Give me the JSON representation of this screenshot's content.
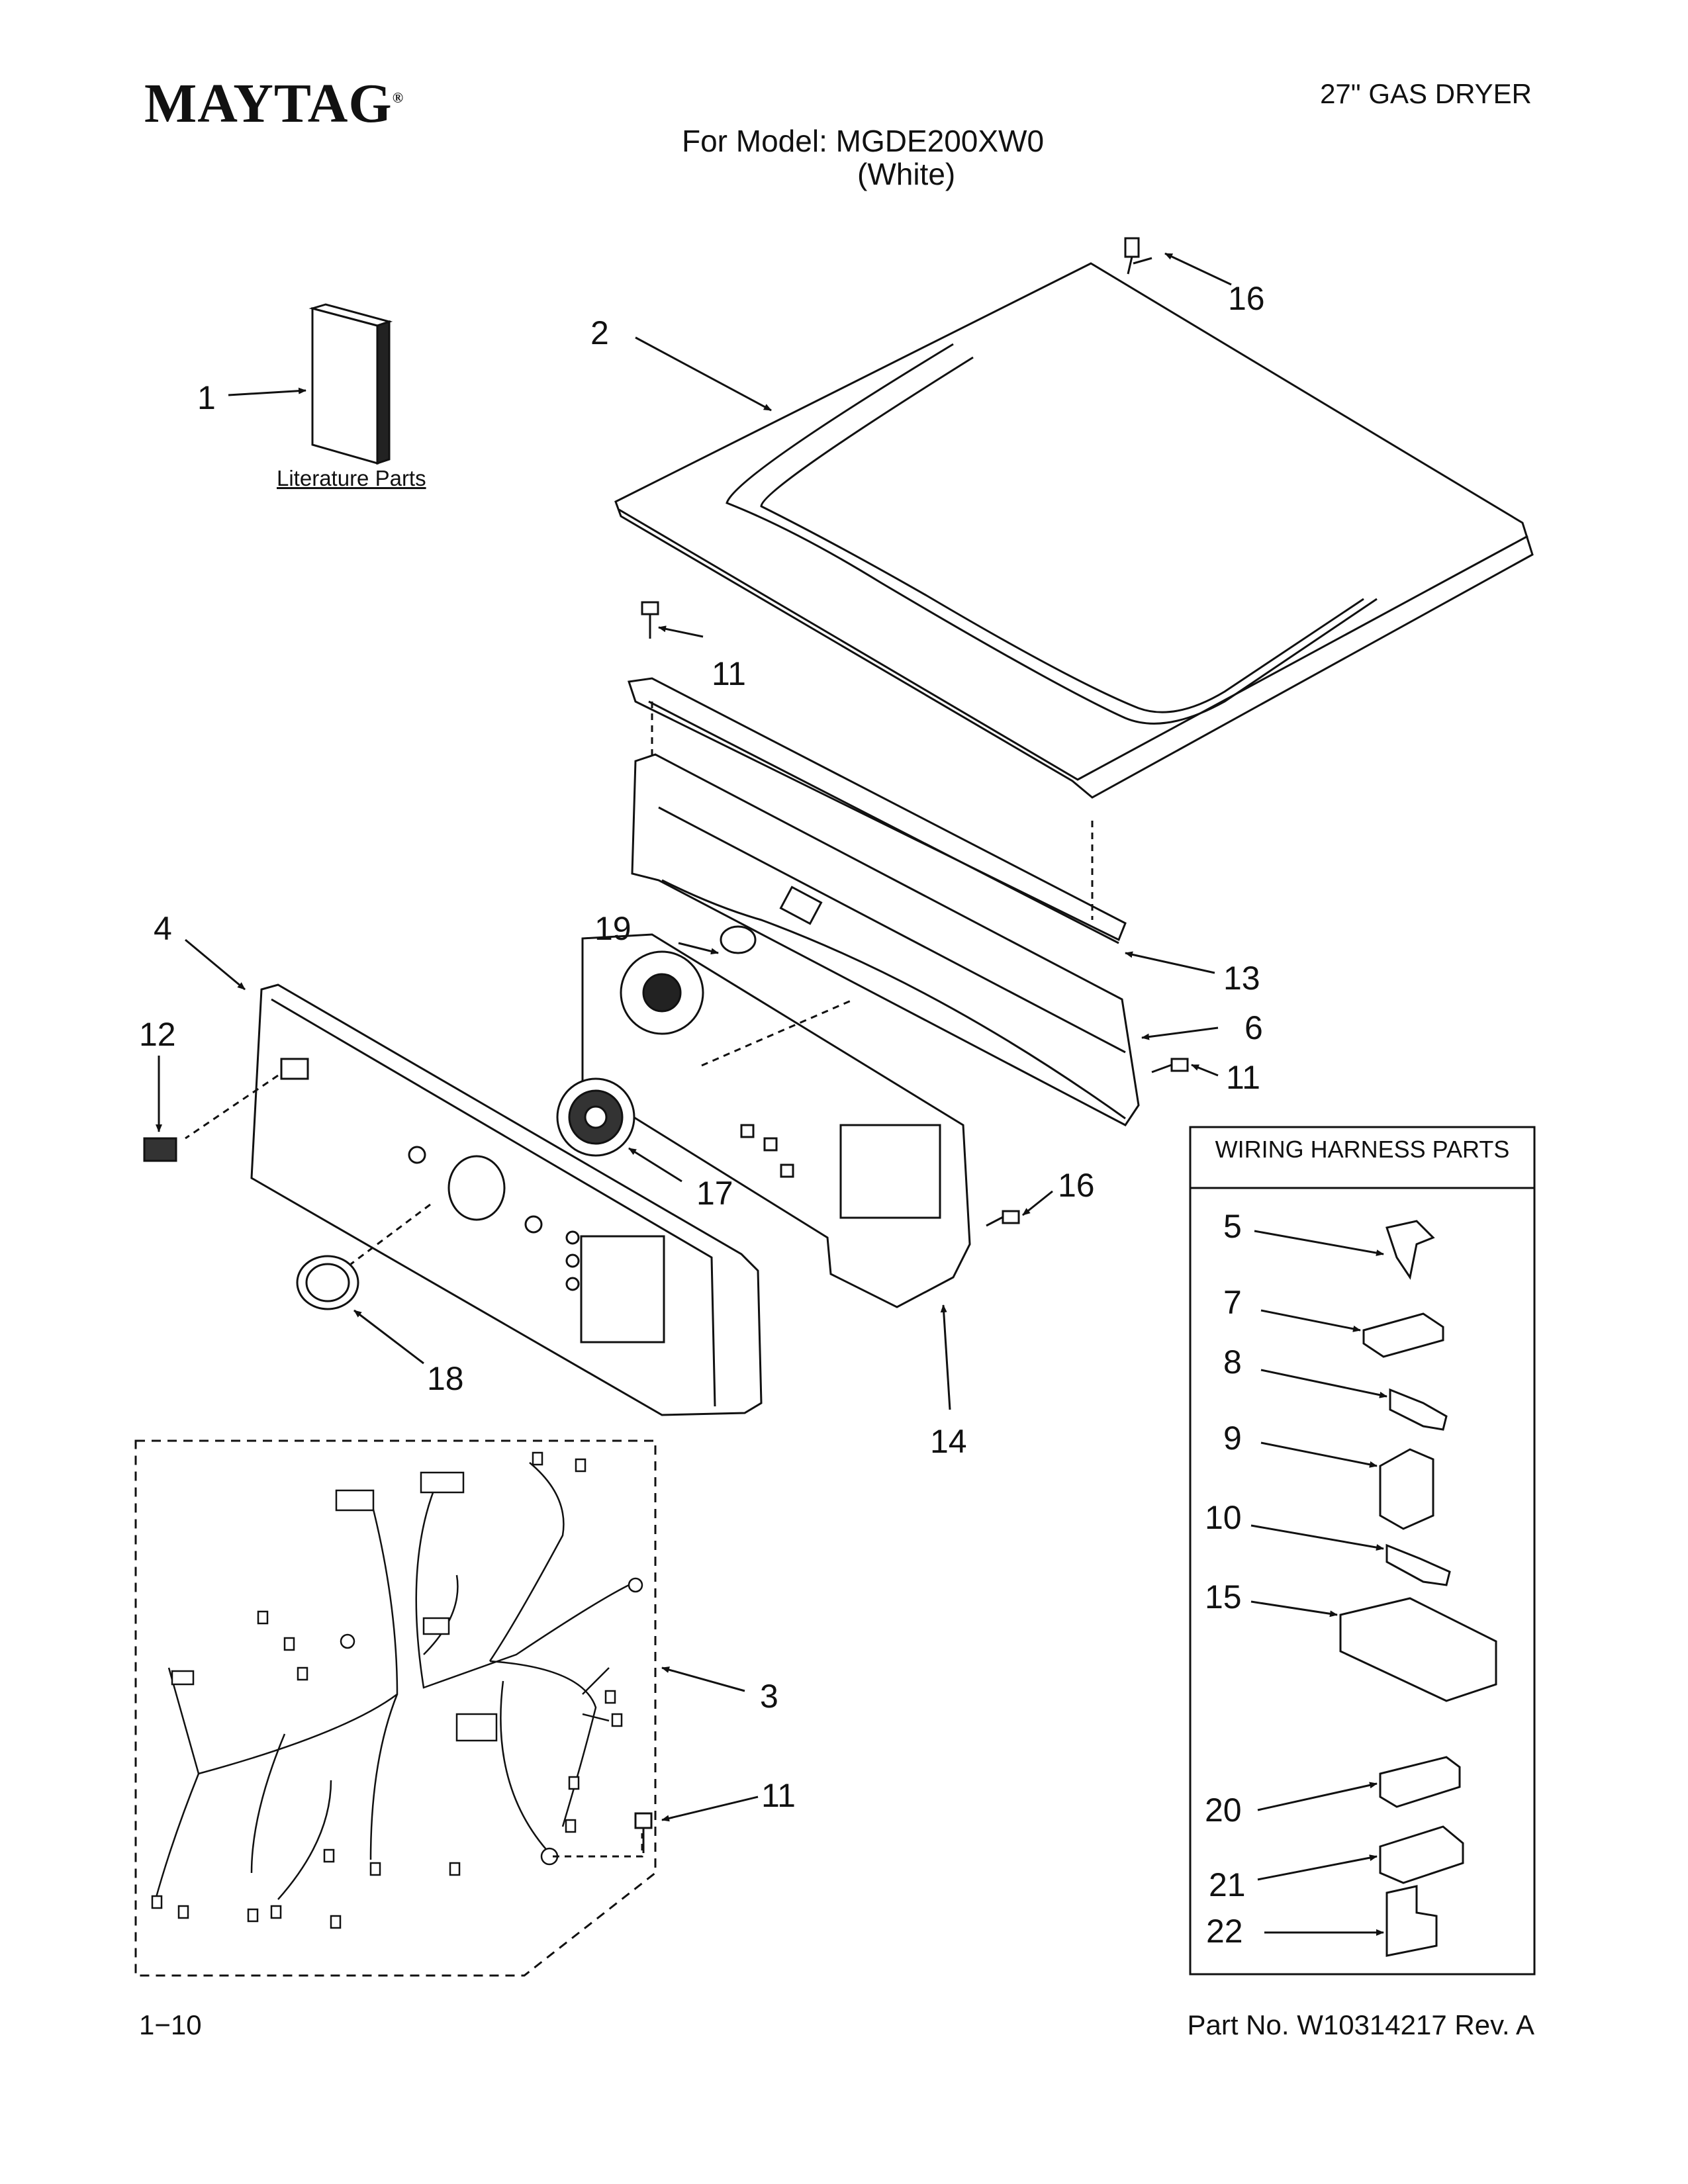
{
  "header": {
    "brand": "MAYTAG",
    "brand_mark": "®",
    "doc_type": "27\" GAS DRYER",
    "model_line": "For Model: MGDE200XW0",
    "color_line": "(White)"
  },
  "literature": {
    "caption": "Literature Parts"
  },
  "harness_box": {
    "title": "WIRING HARNESS PARTS"
  },
  "callouts": {
    "c1": "1",
    "c2": "2",
    "c3": "3",
    "c4": "4",
    "c5": "5",
    "c6": "6",
    "c7": "7",
    "c8": "8",
    "c9": "9",
    "c10": "10",
    "c11a": "11",
    "c11b": "11",
    "c11c": "11",
    "c12": "12",
    "c13": "13",
    "c14": "14",
    "c15": "15",
    "c16a": "16",
    "c16b": "16",
    "c17": "17",
    "c18": "18",
    "c19": "19",
    "c20": "20",
    "c21": "21",
    "c22": "22"
  },
  "footer": {
    "page": "1−10",
    "part_no": "Part No. W10314217 Rev. A"
  }
}
